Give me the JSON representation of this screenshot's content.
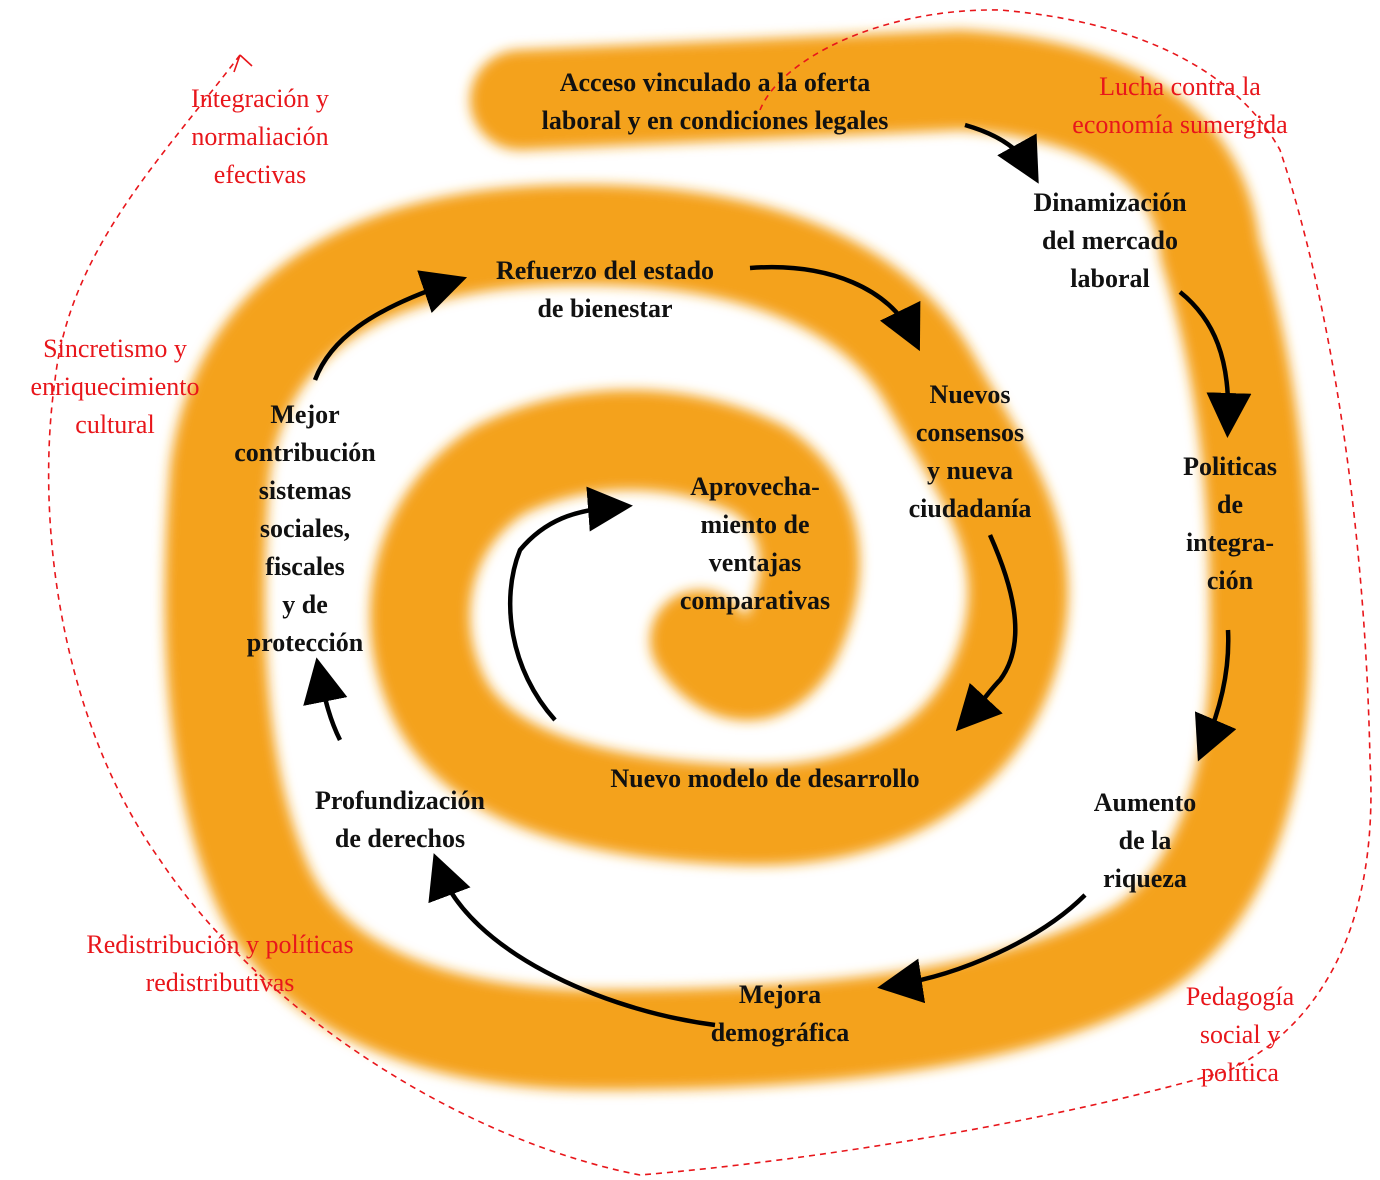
{
  "colors": {
    "spiral": "#f4a21a",
    "arrow": "#000000",
    "annotation": "#e8161b",
    "text": "#111111"
  },
  "nodes": {
    "acceso": "Acceso vinculado a la oferta\nlaboral y en condiciones legales",
    "dinamizacion": "Dinamización\ndel mercado\nlaboral",
    "politicas": "Politicas\nde\nintegra-\nción",
    "aumento": "Aumento\nde la\nriqueza",
    "mejora_demografica": "Mejora\ndemográfica",
    "profundizacion": "Profundización\nde derechos",
    "mejor_contribucion": "Mejor\ncontribución\nsistemas\nsociales,\nfiscales\ny de\nprotección",
    "refuerzo": "Refuerzo del estado\nde bienestar",
    "nuevos_consensos": "Nuevos\nconsensos\ny nueva\nciudadanía",
    "nuevo_modelo": "Nuevo modelo de desarrollo",
    "aprovechamiento": "Aprovecha-\nmiento de\nventajas\ncomparativas"
  },
  "annotations": {
    "integracion": "Integración y\nnormaliación\nefectivas",
    "lucha": "Lucha contra la\neconomía sumergida",
    "sincretismo": "Sincretismo y\nenriquecimiento\ncultural",
    "redistribucion": "Redistribución y políticas\nredistributivas",
    "pedagogia": "Pedagogía\nsocial y\npolítica"
  }
}
